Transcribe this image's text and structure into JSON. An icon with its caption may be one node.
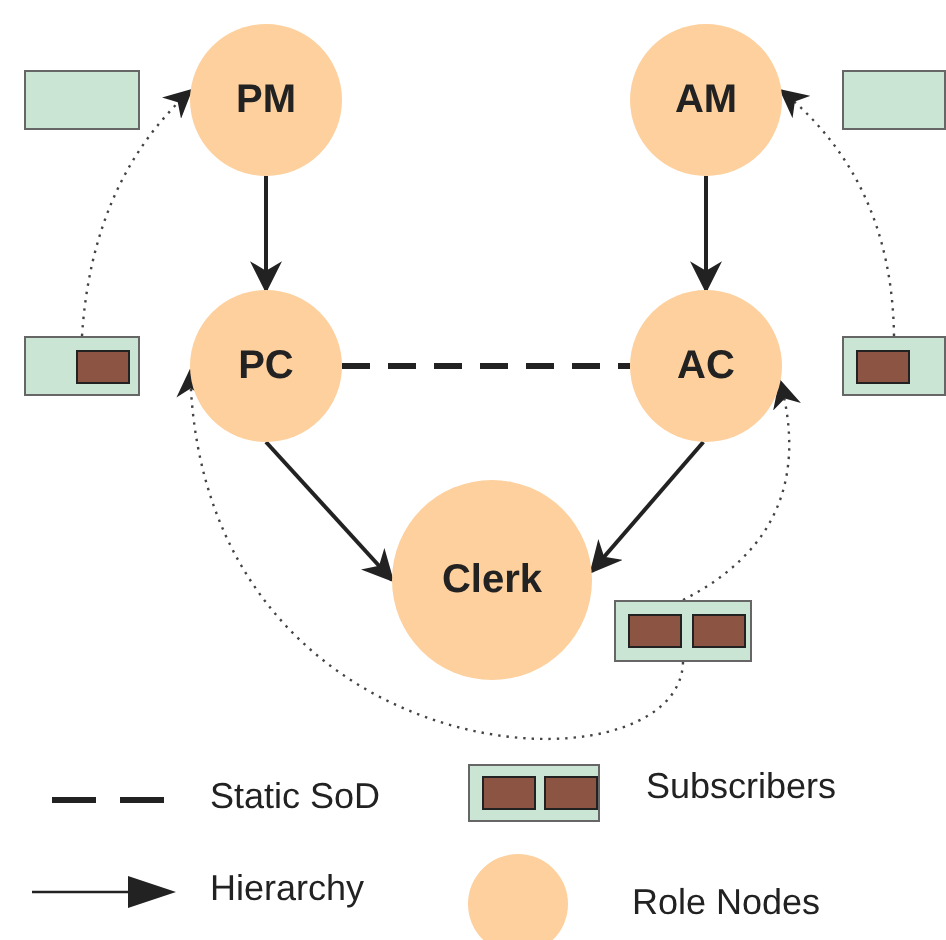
{
  "diagram": {
    "nodes": [
      {
        "text": [
          "PM"
        ]
      },
      {
        "text": [
          "AM"
        ]
      },
      {
        "text": [
          "PC"
        ]
      },
      {
        "text": [
          "AC"
        ]
      },
      {
        "text": [
          "Clerk"
        ]
      },
      {
        "text": [],
        "shape": "box"
      },
      {
        "text": [],
        "shape": "box"
      },
      {
        "text": [],
        "shape": "box"
      },
      {
        "text": [],
        "shape": "box"
      },
      {
        "text": [],
        "shape": "box"
      }
    ],
    "edges": [
      {
        "from": 0,
        "to": 2,
        "arrow": "to"
      },
      {
        "from": 1,
        "to": 3,
        "arrow": "to"
      },
      {
        "from": 2,
        "to": 3,
        "arrow": "none",
        "style": "dashed"
      },
      {
        "from": 2,
        "to": 4,
        "arrow": "to"
      },
      {
        "from": 3,
        "to": 4,
        "arrow": "to"
      },
      {
        "from": 7,
        "to": 0,
        "arrow": "to",
        "style": "dashed",
        "color": "#444444"
      },
      {
        "from": 8,
        "to": 1,
        "arrow": "to",
        "style": "dashed",
        "color": "#444444"
      },
      {
        "from": 9,
        "to": 2,
        "arrow": "to",
        "style": "dashed",
        "color": "#444444"
      },
      {
        "from": 9,
        "to": 3,
        "arrow": "to",
        "style": "dashed",
        "color": "#444444"
      }
    ],
    "legend": [
      {
        "text": "Static SoD"
      },
      {
        "text": "Subscribers"
      },
      {
        "text": "Hierarchy"
      },
      {
        "text": "Role Nodes",
        "color": "#fdd09d"
      }
    ]
  }
}
